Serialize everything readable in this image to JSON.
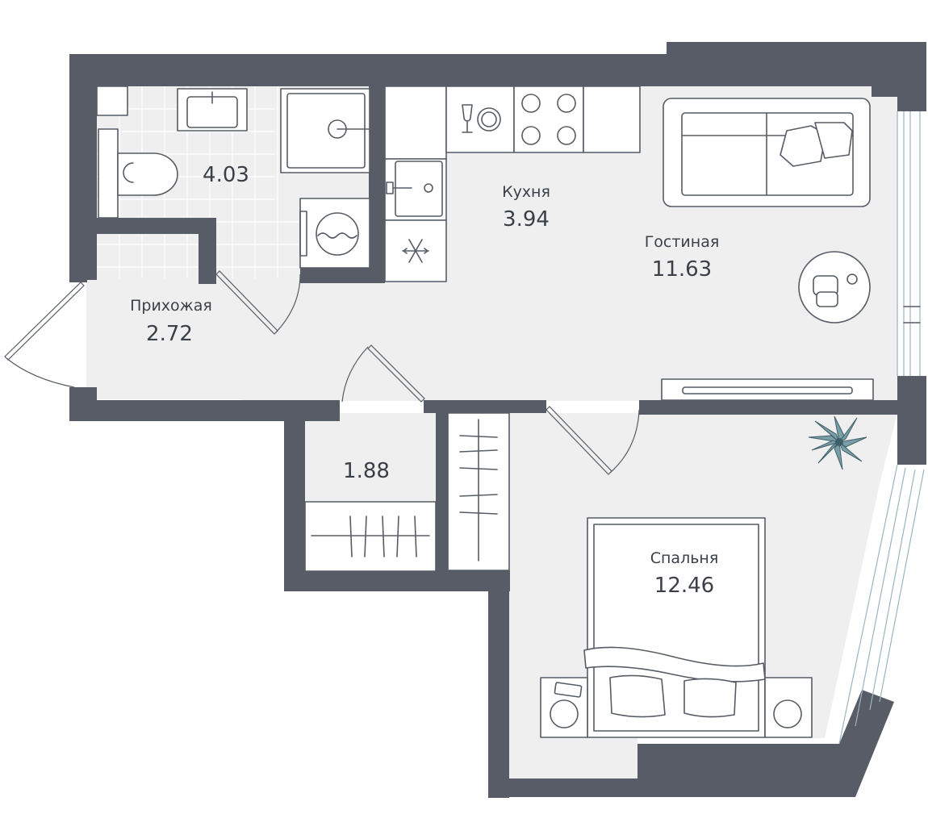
{
  "rooms": {
    "bathroom": {
      "area": "4.03"
    },
    "kitchen": {
      "name": "Кухня",
      "area": "3.94"
    },
    "living": {
      "name": "Гостиная",
      "area": "11.63"
    },
    "hallway": {
      "name": "Прихожая",
      "area": "2.72"
    },
    "closet": {
      "area": "1.88"
    },
    "bedroom": {
      "name": "Спальня",
      "area": "12.46"
    }
  },
  "colors": {
    "wall": "#575c66",
    "floor": "#efefef",
    "plant": "#7a9ea8"
  }
}
